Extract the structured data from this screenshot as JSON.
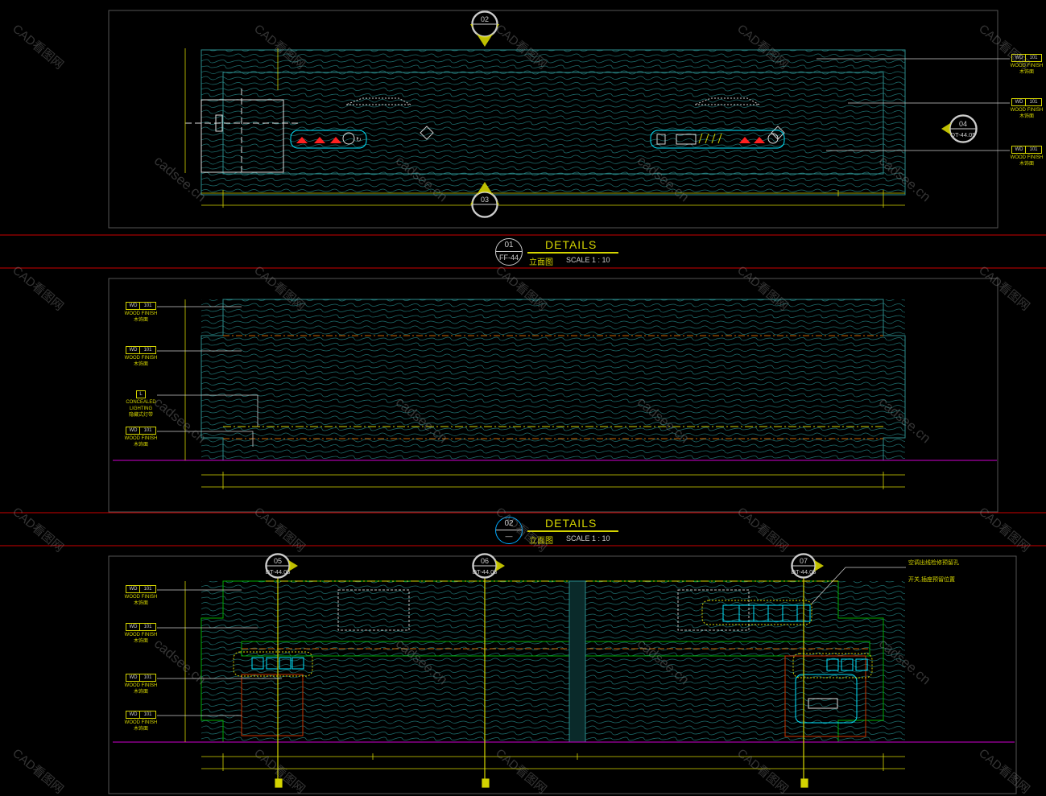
{
  "finish_tag": {
    "code": "WD",
    "num": "101",
    "en": "WOOD FINISH",
    "cn": "木饰面"
  },
  "lighting_tag": {
    "code": "L",
    "en": "CONCEALED LIGHTING",
    "cn": "隐藏式灯带"
  },
  "section_markers": {
    "top": {
      "num": "02",
      "ref": ""
    },
    "bottom": {
      "num": "03",
      "ref": ""
    },
    "right": {
      "num": "04",
      "ref": "DT-44.05"
    },
    "m05": {
      "num": "05",
      "ref": "DT-44.05"
    },
    "m06": {
      "num": "06",
      "ref": "DT-44.05"
    },
    "m07": {
      "num": "07",
      "ref": "DT-44.05"
    }
  },
  "view_titles": [
    {
      "num": "01",
      "ref": "FF-44",
      "title": "DETAILS",
      "cn": "立面图",
      "scale": "SCALE 1 : 10"
    },
    {
      "num": "02",
      "ref": "—",
      "title": "DETAILS",
      "cn": "立面图",
      "scale": "SCALE 1 : 10"
    }
  ],
  "annotation_v3": {
    "line1": "空调出线检修预留孔",
    "line2": "开关,插座预留位置"
  },
  "watermarks": {
    "a": "CAD看图网",
    "b": "cadsee.cn"
  },
  "colors": {
    "bg": "#000000",
    "frame": "#5a5a5a",
    "wood": "#2b8a8a",
    "dim": "#d4d400",
    "red_line": "#cc0000",
    "magenta": "#d000d0",
    "cyan": "#00e5ff",
    "orange": "#cc6600",
    "green": "#00cc00",
    "fixture_red": "#ff2020"
  }
}
